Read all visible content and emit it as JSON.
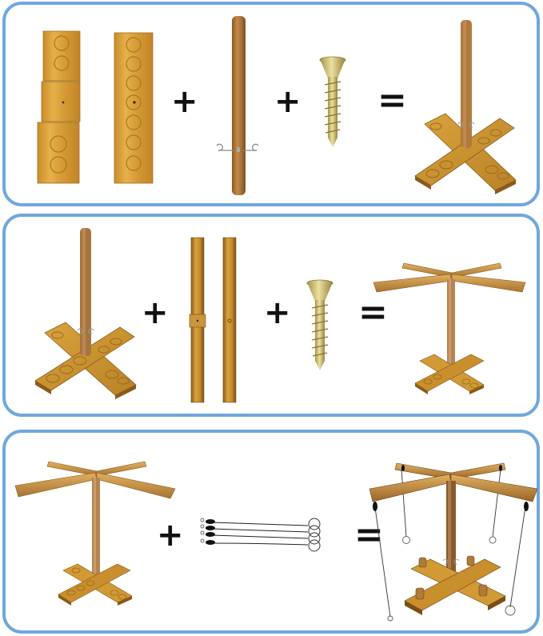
{
  "diagram": {
    "type": "assembly-steps",
    "colors": {
      "panel_border": "#6fa8dc",
      "wood_light": "#e0a93e",
      "wood_mid": "#c98d2a",
      "wood_dark": "#8a5a1c",
      "pole": "#b07a3c",
      "screw": "#d9c77a",
      "cord": "#222222"
    },
    "steps": [
      {
        "id": 1,
        "operators": {
          "op1": "+",
          "op2": "+",
          "op3": "="
        },
        "parts": [
          "base-boards",
          "center-pole-with-hooks",
          "screw"
        ],
        "result": "base-with-pole"
      },
      {
        "id": 2,
        "operators": {
          "op1": "+",
          "op2": "+",
          "op3": "="
        },
        "parts": [
          "base-with-pole",
          "top-arms",
          "screw"
        ],
        "result": "stand-with-arms"
      },
      {
        "id": 3,
        "operators": {
          "op1": "+",
          "op2": "="
        },
        "parts": [
          "stand-with-arms",
          "ring-cords-x4"
        ],
        "result": "ring-toss-game"
      }
    ]
  }
}
